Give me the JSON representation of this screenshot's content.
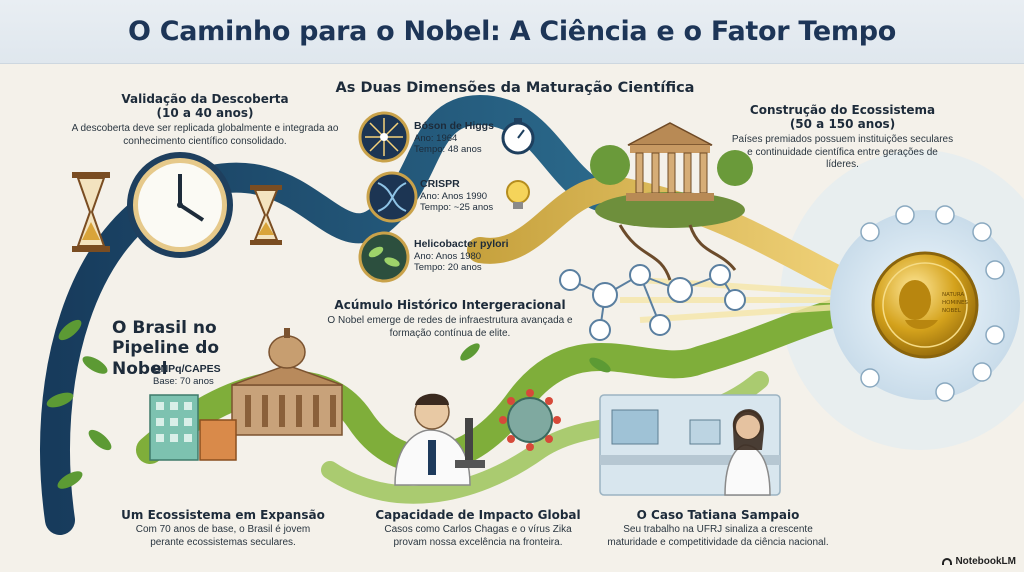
{
  "title": "O Caminho para o Nobel: A Ciência e o Fator Tempo",
  "center_heading": "As Duas Dimensões da Maturação Científica",
  "validacao": {
    "title_line1": "Validação da Descoberta",
    "title_line2": "(10 a 40 anos)",
    "text": "A descoberta deve ser replicada globalmente e integrada ao conhecimento científico consolidado."
  },
  "ecossistema_construcao": {
    "title_line1": "Construção do Ecossistema",
    "title_line2": "(50 a 150 anos)",
    "text": "Países premiados possuem instituições seculares e continuidade científica entre gerações de líderes."
  },
  "discoveries": [
    {
      "name": "Bóson de Higgs",
      "year": "Ano: 1964",
      "time": "Tempo: 48 anos"
    },
    {
      "name": "CRISPR",
      "year": "Ano: Anos 1990",
      "time": "Tempo: ~25 anos"
    },
    {
      "name": "Helicobacter pylori",
      "year": "Ano: Anos 1980",
      "time": "Tempo: 20 anos"
    }
  ],
  "acumulo": {
    "title": "Acúmulo Histórico Intergeracional",
    "text": "O Nobel emerge de redes de infraestrutura avançada e formação contínua de elite."
  },
  "brasil": {
    "title_line1": "O Brasil no",
    "title_line2": "Pipeline do Nobel",
    "agency": "CNPq/CAPES",
    "base": "Base: 70 anos"
  },
  "bottom": [
    {
      "title": "Um Ecossistema em Expansão",
      "text": "Com 70 anos de base, o Brasil é jovem perante ecossistemas seculares."
    },
    {
      "title": "Capacidade de Impacto Global",
      "text": "Casos como Carlos Chagas e o vírus Zika provam nossa excelência na fronteira."
    },
    {
      "title": "O Caso Tatiana Sampaio",
      "text": "Seu trabalho na UFRJ sinaliza a crescente maturidade e competitividade da ciência nacional."
    }
  ],
  "medal": {
    "text_lines": [
      "NATURA",
      "HOMINES",
      "NOBEL"
    ]
  },
  "logo": "NotebookLM",
  "colors": {
    "title": "#1d3557",
    "navy_path": "#1e4a6e",
    "green_path": "#7fae3a",
    "gold_path": "#d9b24a",
    "medal": "#d4a21c"
  }
}
